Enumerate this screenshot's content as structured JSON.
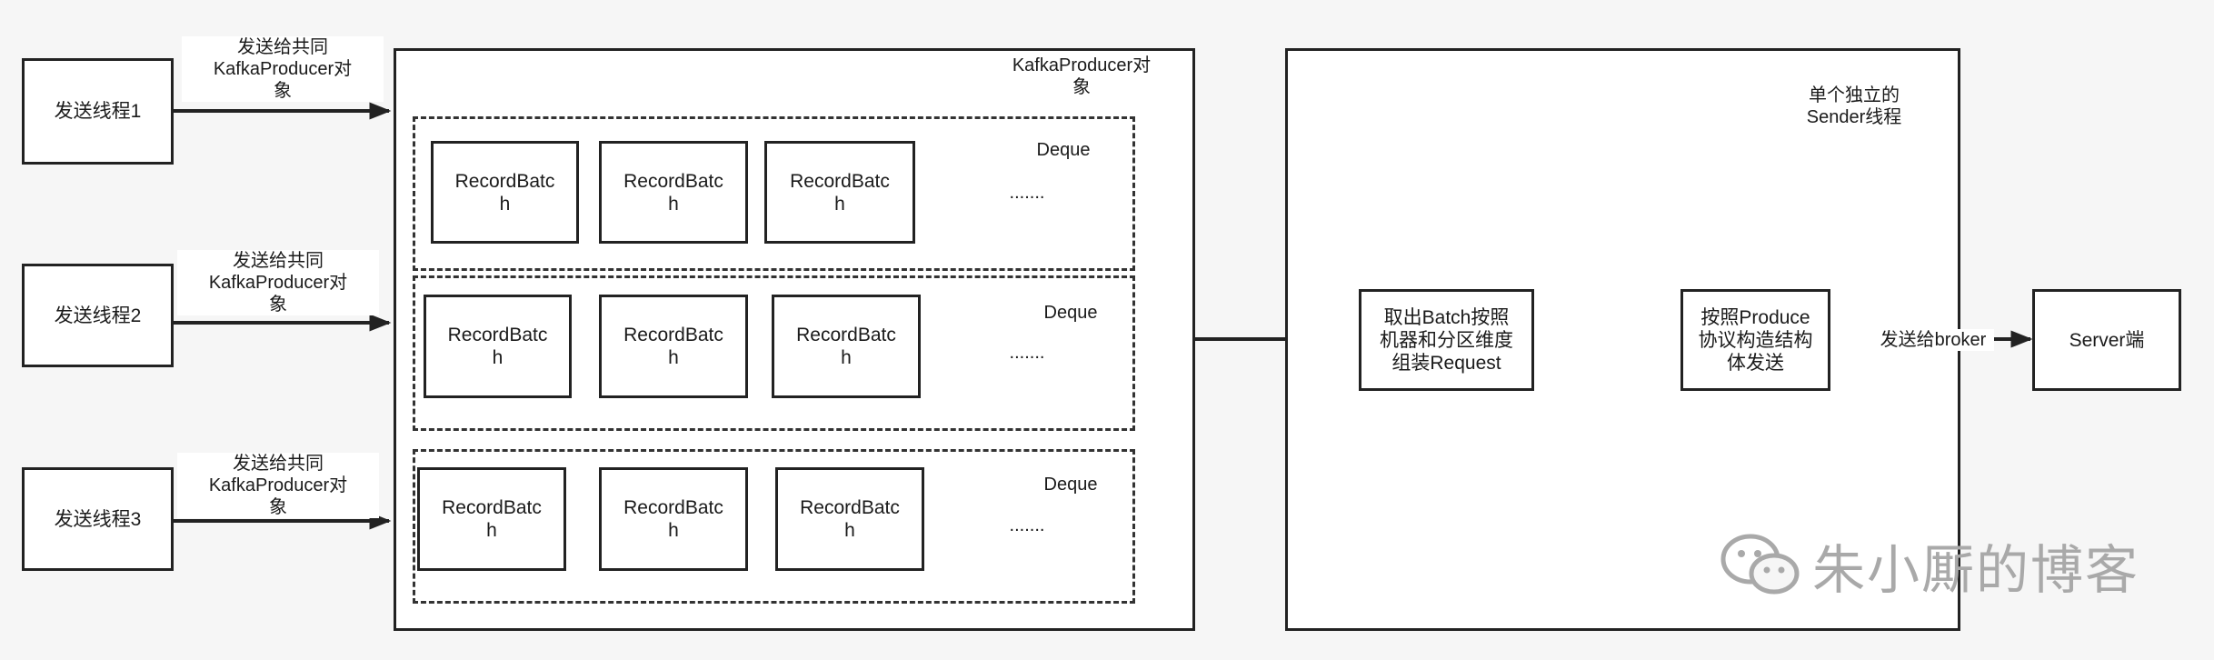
{
  "threads": [
    {
      "label": "发送线程1",
      "edge_label": "发送给共同\nKafkaProducer对\n象"
    },
    {
      "label": "发送线程2",
      "edge_label": "发送给共同\nKafkaProducer对\n象"
    },
    {
      "label": "发送线程3",
      "edge_label": "发送给共同\nKafkaProducer对\n象"
    }
  ],
  "producer": {
    "title": "KafkaProducer对\n象",
    "deques": [
      {
        "label": "Deque",
        "batches": [
          "RecordBatc\nh",
          "RecordBatc\nh",
          "RecordBatc\nh"
        ],
        "ellipsis": "......."
      },
      {
        "label": "Deque",
        "batches": [
          "RecordBatc\nh",
          "RecordBatc\nh",
          "RecordBatc\nh"
        ],
        "ellipsis": "......."
      },
      {
        "label": "Deque",
        "batches": [
          "RecordBatc\nh",
          "RecordBatc\nh",
          "RecordBatc\nh"
        ],
        "ellipsis": "......."
      }
    ]
  },
  "sender": {
    "title": "单个独立的\nSender线程",
    "step1": "取出Batch按照\n机器和分区维度\n组装Request",
    "step2": "按照Produce\n协议构造结构\n体发送",
    "edge_label": "发送给broker"
  },
  "server": {
    "label": "Server端"
  },
  "watermark": {
    "text": "朱小厮的博客",
    "icon": "wechat-icon"
  }
}
